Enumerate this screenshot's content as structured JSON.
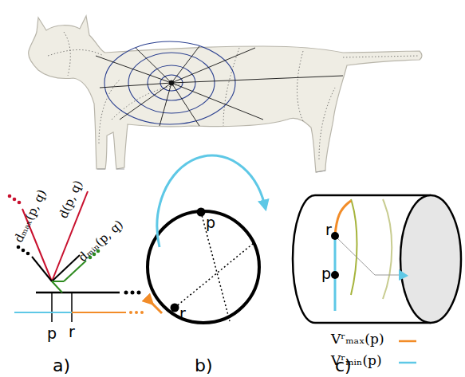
{
  "diagram": {
    "labels": [
      "dₘₐₓ(p, q)",
      "d(p, q)",
      "dₘᵢₙ(p, q)",
      "p",
      "r",
      "p",
      "r",
      "r",
      "p",
      "a)",
      "b)",
      "c)"
    ],
    "legend": [
      {
        "text": "Vʳₘₐₓ(p)"
      },
      {
        "text": "Vʳₘᵢₙ(p)"
      }
    ]
  }
}
